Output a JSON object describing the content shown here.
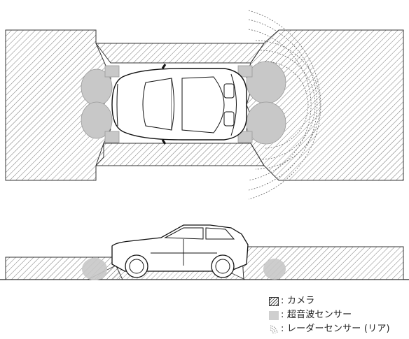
{
  "legend": {
    "camera": ": カメラ",
    "ultrasonic": ": 超音波センサー",
    "radar": ": レーダーセンサー (リア)"
  },
  "colors": {
    "hatch": "#555555",
    "sensor_gray": "#c8c8c8",
    "outline": "#222222",
    "radar_arc": "#666666"
  },
  "icons": [
    "camera-hatch-swatch",
    "ultrasonic-gray-swatch",
    "radar-arc-swatch",
    "car-top-view-icon",
    "car-side-view-icon"
  ]
}
